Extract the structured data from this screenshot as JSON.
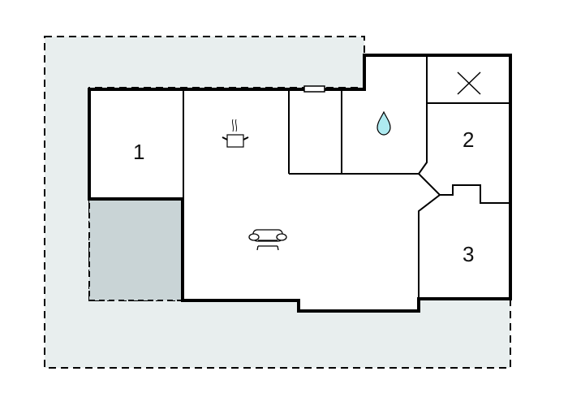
{
  "floorplan": {
    "type": "apartment floor plan",
    "colors": {
      "background": "#ffffff",
      "terrace_fill": "#e8eeee",
      "covered_area_fill": "#c9d4d6",
      "wall": "#000000",
      "water_icon": "#aeeaf0"
    },
    "rooms": [
      {
        "id": "bedroom-1",
        "label": "1"
      },
      {
        "id": "bedroom-2",
        "label": "2"
      },
      {
        "id": "bedroom-3",
        "label": "3"
      },
      {
        "id": "kitchen",
        "icon": "cooking-pot-icon"
      },
      {
        "id": "living-room",
        "icon": "armchair-icon"
      },
      {
        "id": "bathroom",
        "icon": "water-drop-icon"
      },
      {
        "id": "storage",
        "icon": "cross-icon"
      },
      {
        "id": "hallway-closet"
      }
    ],
    "outdoor": [
      {
        "id": "terrace",
        "style": "dashed boundary"
      },
      {
        "id": "covered-area",
        "style": "dashed boundary, darker fill"
      }
    ]
  }
}
